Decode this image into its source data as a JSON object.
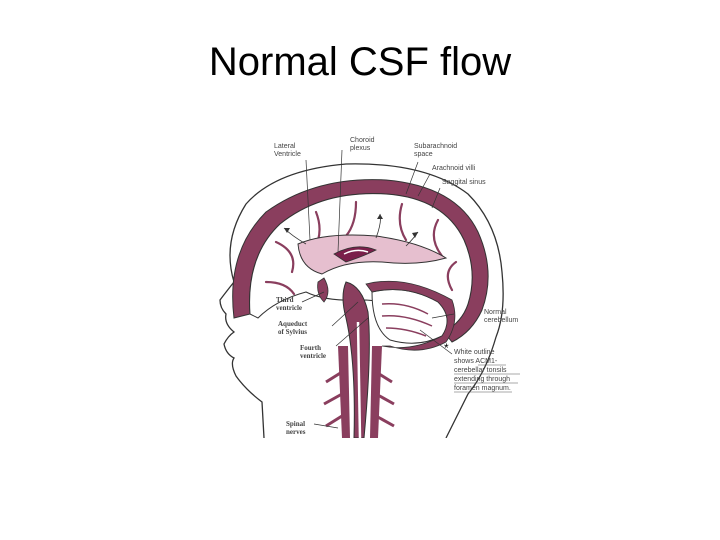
{
  "title": "Normal CSF flow",
  "diagram": {
    "labels": {
      "lateral_ventricle": [
        "Lateral",
        "Ventricle"
      ],
      "choroid_plexus": [
        "Choroid",
        "plexus"
      ],
      "subarachnoid_space": [
        "Subarachnoid",
        "space"
      ],
      "arachnoid_villi": "Arachnoid villi",
      "saggital_sinus": "Saggital sinus",
      "third_ventricle": [
        "Third",
        "ventricle"
      ],
      "aqueduct_of_sylvius": [
        "Aqueduct",
        "of Sylvius"
      ],
      "fourth_ventricle": [
        "Fourth",
        "ventricle"
      ],
      "normal_cerebellum": [
        "Normal",
        "cerebellum"
      ],
      "asterisk": "*",
      "white_outline_note": [
        "White outline",
        "shows ACM1-",
        "cerebellar tonsils",
        "extending through",
        "foramen magnum."
      ],
      "spinal_nerves": [
        "Spinal",
        "nerves"
      ]
    },
    "colors": {
      "csf_fill": "#8a3e5e",
      "ventricle_fill": "#e6bfcf",
      "choroid": "#7a1f4a",
      "outline": "#333333"
    }
  }
}
